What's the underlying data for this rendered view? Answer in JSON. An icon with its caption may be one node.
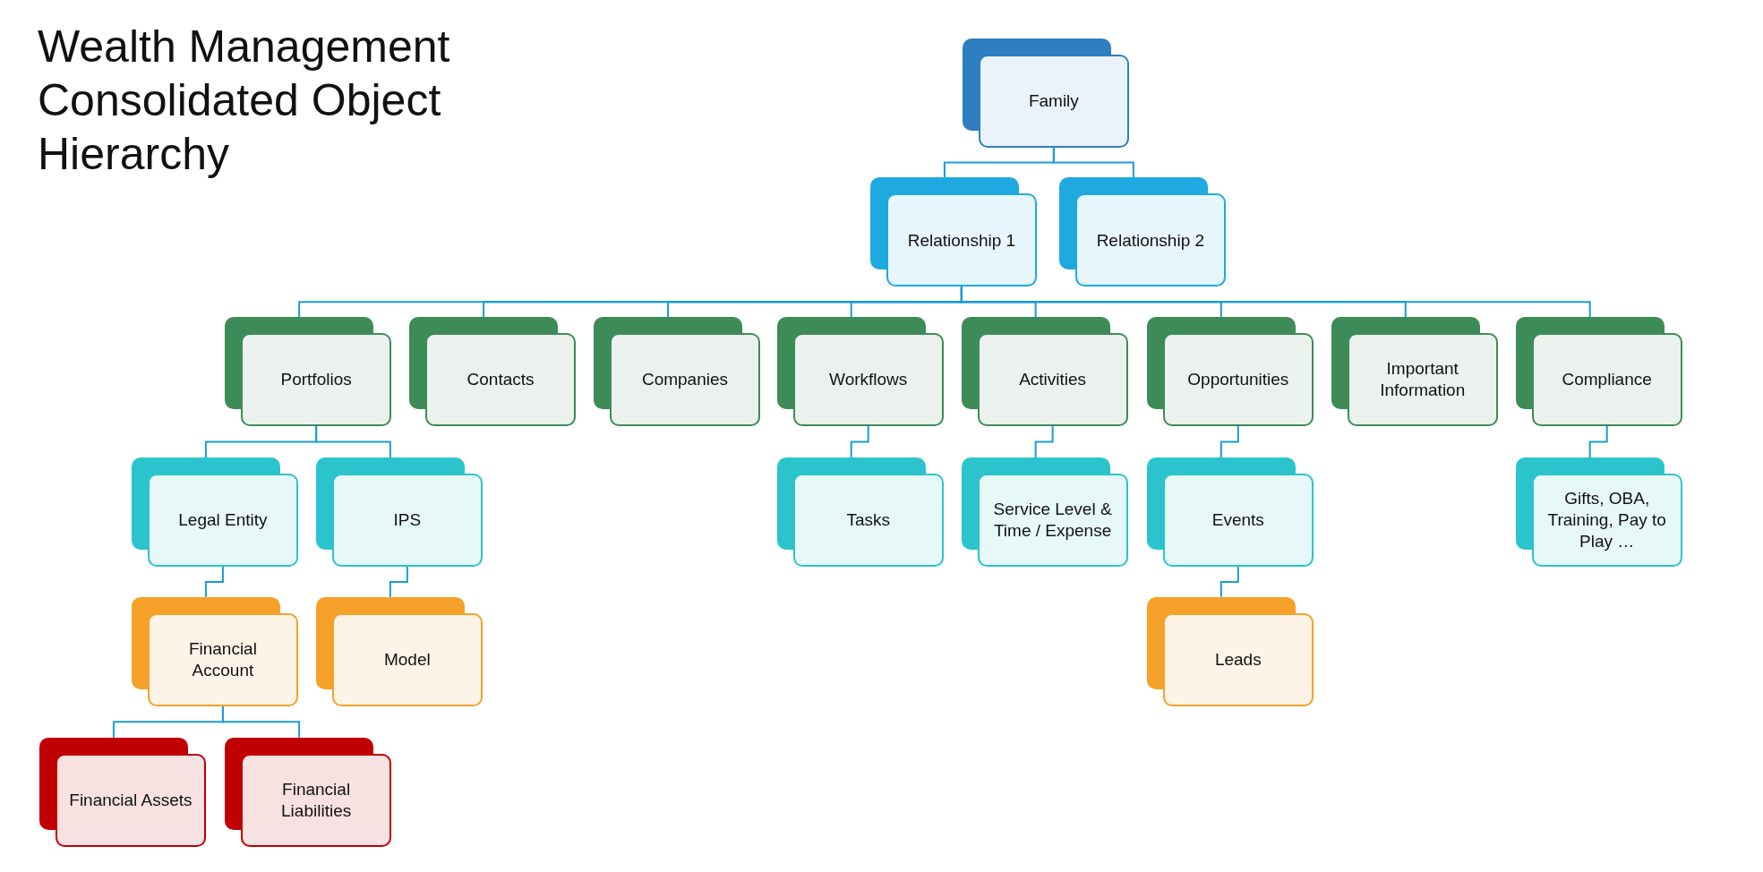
{
  "diagram": {
    "title": "Wealth Management Consolidated Object Hierarchy",
    "nodes": [
      {
        "text": [
          "Family"
        ]
      },
      {
        "text": [
          "Relationship 1"
        ]
      },
      {
        "text": [
          "Relationship 2"
        ]
      },
      {
        "text": [
          "Portfolios"
        ]
      },
      {
        "text": [
          "Contacts"
        ]
      },
      {
        "text": [
          "Companies"
        ]
      },
      {
        "text": [
          "Workflows"
        ]
      },
      {
        "text": [
          "Activities"
        ]
      },
      {
        "text": [
          "Opportunities"
        ]
      },
      {
        "text": [
          "Important Information"
        ]
      },
      {
        "text": [
          "Compliance"
        ]
      },
      {
        "text": [
          "Legal Entity"
        ]
      },
      {
        "text": [
          "IPS"
        ]
      },
      {
        "text": [
          "Tasks"
        ]
      },
      {
        "text": [
          "Service Level & Time / Expense"
        ]
      },
      {
        "text": [
          "Events"
        ]
      },
      {
        "text": [
          "Gifts, OBA, Training, Pay to Play …"
        ]
      },
      {
        "text": [
          "Financial Account"
        ]
      },
      {
        "text": [
          "Model"
        ]
      },
      {
        "text": [
          "Leads"
        ]
      },
      {
        "text": [
          "Financial Assets"
        ]
      },
      {
        "text": [
          "Financial Liabilities"
        ]
      }
    ],
    "edges": [
      {
        "from": 0,
        "to": 1,
        "arrow": "none"
      },
      {
        "from": 0,
        "to": 2,
        "arrow": "none"
      },
      {
        "from": 1,
        "to": 3,
        "arrow": "none"
      },
      {
        "from": 1,
        "to": 4,
        "arrow": "none"
      },
      {
        "from": 1,
        "to": 5,
        "arrow": "none"
      },
      {
        "from": 1,
        "to": 6,
        "arrow": "none"
      },
      {
        "from": 1,
        "to": 7,
        "arrow": "none"
      },
      {
        "from": 1,
        "to": 8,
        "arrow": "none"
      },
      {
        "from": 1,
        "to": 9,
        "arrow": "none"
      },
      {
        "from": 1,
        "to": 10,
        "arrow": "none"
      },
      {
        "from": 3,
        "to": 11,
        "arrow": "none"
      },
      {
        "from": 3,
        "to": 12,
        "arrow": "none"
      },
      {
        "from": 6,
        "to": 13,
        "arrow": "none"
      },
      {
        "from": 7,
        "to": 14,
        "arrow": "none"
      },
      {
        "from": 8,
        "to": 15,
        "arrow": "none"
      },
      {
        "from": 10,
        "to": 16,
        "arrow": "none"
      },
      {
        "from": 11,
        "to": 17,
        "arrow": "none"
      },
      {
        "from": 12,
        "to": 18,
        "arrow": "none"
      },
      {
        "from": 15,
        "to": 19,
        "arrow": "none"
      },
      {
        "from": 17,
        "to": 20,
        "arrow": "none"
      },
      {
        "from": 17,
        "to": 21,
        "arrow": "none"
      }
    ]
  }
}
